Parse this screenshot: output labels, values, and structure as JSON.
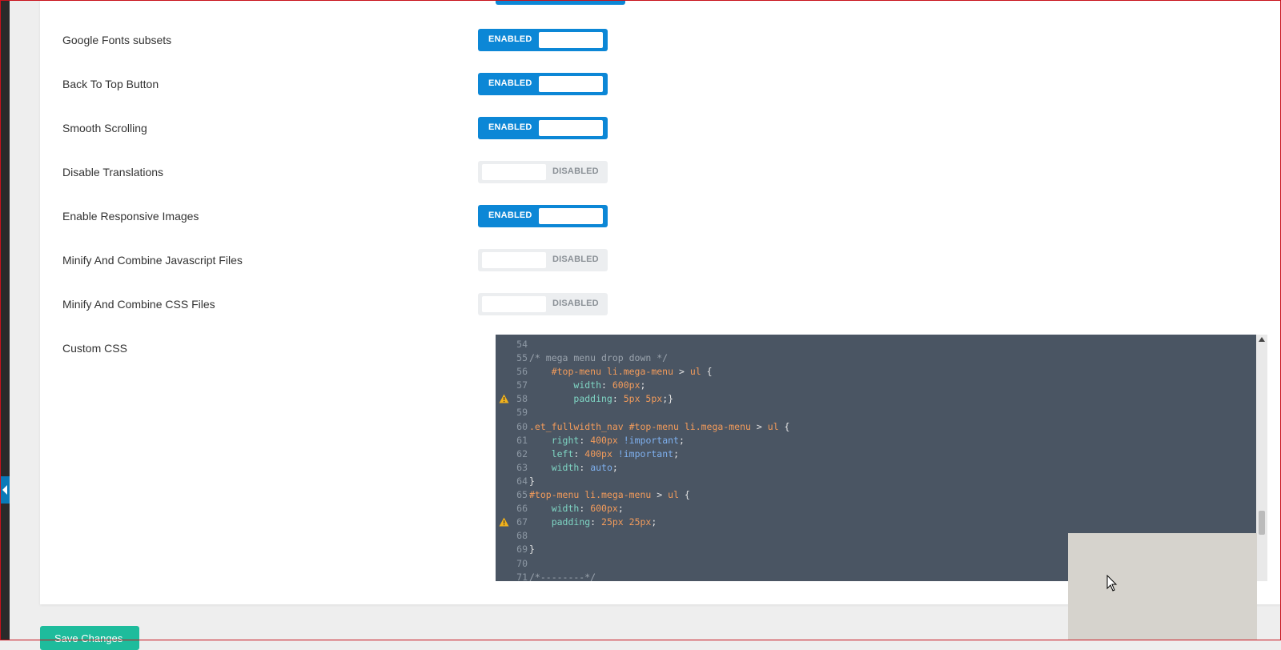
{
  "settings": {
    "rows": [
      {
        "label": "Google Fonts subsets",
        "state": "ENABLED"
      },
      {
        "label": "Back To Top Button",
        "state": "ENABLED"
      },
      {
        "label": "Smooth Scrolling",
        "state": "ENABLED"
      },
      {
        "label": "Disable Translations",
        "state": "DISABLED"
      },
      {
        "label": "Enable Responsive Images",
        "state": "ENABLED"
      },
      {
        "label": "Minify And Combine Javascript Files",
        "state": "DISABLED"
      },
      {
        "label": "Minify And Combine CSS Files",
        "state": "DISABLED"
      }
    ],
    "custom_css_label": "Custom CSS"
  },
  "editor": {
    "lines": [
      {
        "n": "54",
        "warn": false,
        "html": ""
      },
      {
        "n": "55",
        "warn": false,
        "html": "<span class='c-comment'>/* mega menu drop down */</span>"
      },
      {
        "n": "56",
        "warn": false,
        "html": "    <span class='c-sel'>#top-menu li.mega-menu</span> <span class='c-punc'>&gt;</span> <span class='c-sel'>ul</span> {"
      },
      {
        "n": "57",
        "warn": false,
        "html": "        <span class='c-prop'>width</span>: <span class='c-num'>600px</span>;"
      },
      {
        "n": "58",
        "warn": true,
        "html": "        <span class='c-prop'>padding</span>: <span class='c-num'>5px 5px</span>;}"
      },
      {
        "n": "59",
        "warn": false,
        "html": ""
      },
      {
        "n": "60",
        "warn": false,
        "html": "<span class='c-sel'>.et_fullwidth_nav #top-menu li.mega-menu</span> <span class='c-punc'>&gt;</span> <span class='c-sel'>ul</span> {"
      },
      {
        "n": "61",
        "warn": false,
        "html": "    <span class='c-prop'>right</span>: <span class='c-num'>400px</span> <span class='c-kw'>!important</span>;"
      },
      {
        "n": "62",
        "warn": false,
        "html": "    <span class='c-prop'>left</span>: <span class='c-num'>400px</span> <span class='c-kw'>!important</span>;"
      },
      {
        "n": "63",
        "warn": false,
        "html": "    <span class='c-prop'>width</span>: <span class='c-kw'>auto</span>;"
      },
      {
        "n": "64",
        "warn": false,
        "html": "}"
      },
      {
        "n": "65",
        "warn": false,
        "html": "<span class='c-sel'>#top-menu li.mega-menu</span> <span class='c-punc'>&gt;</span> <span class='c-sel'>ul</span> {"
      },
      {
        "n": "66",
        "warn": false,
        "html": "    <span class='c-prop'>width</span>: <span class='c-num'>600px</span>;"
      },
      {
        "n": "67",
        "warn": true,
        "html": "    <span class='c-prop'>padding</span>: <span class='c-num'>25px 25px</span>;"
      },
      {
        "n": "68",
        "warn": false,
        "html": ""
      },
      {
        "n": "69",
        "warn": false,
        "html": "}"
      },
      {
        "n": "70",
        "warn": false,
        "html": ""
      },
      {
        "n": "71",
        "warn": false,
        "html": "<span class='c-comment'>/*--------*/</span>"
      }
    ]
  },
  "footer": {
    "save_label": "Save Changes"
  },
  "colors": {
    "enabled": "#0c87d6",
    "disabled_bg": "#eceef0",
    "editor_bg": "#4a5563",
    "save": "#1ebc9c"
  }
}
